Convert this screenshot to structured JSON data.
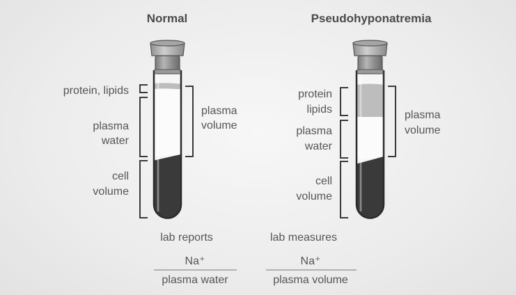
{
  "normal": {
    "title": "Normal",
    "labels": {
      "protein_lipids": "protein, lipids",
      "plasma_water_line1": "plasma",
      "plasma_water_line2": "water",
      "cell_volume_line1": "cell",
      "cell_volume_line2": "volume",
      "plasma_volume_line1": "plasma",
      "plasma_volume_line2": "volume"
    },
    "lab_caption": "lab reports",
    "fraction": {
      "numerator": "Na⁺",
      "denominator": "plasma water"
    }
  },
  "pseudo": {
    "title": "Pseudohyponatremia",
    "labels": {
      "protein_line1": "protein",
      "protein_line2": "lipids",
      "plasma_water_line1": "plasma",
      "plasma_water_line2": "water",
      "cell_volume_line1": "cell",
      "cell_volume_line2": "volume",
      "plasma_volume_line1": "plasma",
      "plasma_volume_line2": "volume"
    },
    "lab_caption": "lab measures",
    "fraction": {
      "numerator": "Na⁺",
      "denominator": "plasma volume"
    }
  },
  "colors": {
    "cap": "#9e9e9e",
    "cap_dark": "#6f6f6f",
    "protein_layer": "#bdbdbd",
    "plasma_water": "#fafafa",
    "cells": "#3a3a3a",
    "text": "#555555",
    "heading": "#4a4a4a"
  }
}
